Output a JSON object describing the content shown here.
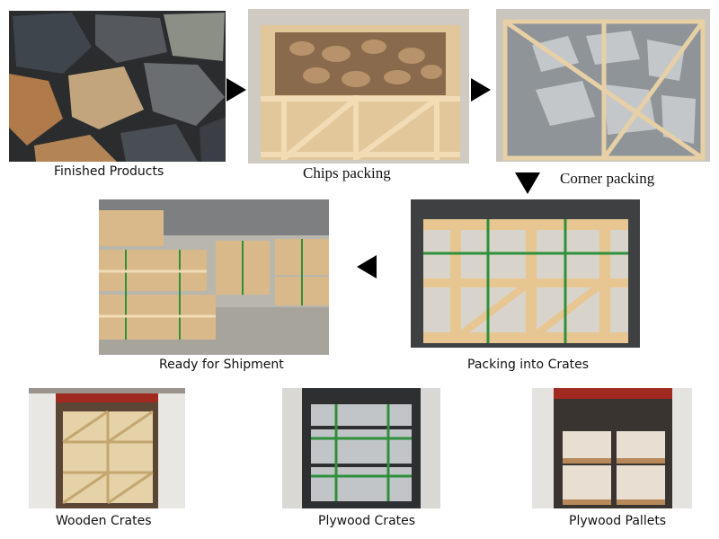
{
  "steps": {
    "finished_products": "Finished Products",
    "chips_packing": "Chips packing",
    "corner_packing": "Corner packing",
    "packing_into_crates": "Packing into Crates",
    "ready_for_shipment": "Ready for Shipment"
  },
  "containers": {
    "wooden_crates": "Wooden Crates",
    "plywood_crates": "Plywood Crates",
    "plywood_pallets": "Plywood Pallets"
  },
  "colors": {
    "arrow": "#000000",
    "wood": "#d9b98a",
    "stone_dark": "#4a4f55",
    "stone_rust": "#b07a4a",
    "strap_green": "#2f8f3a",
    "container_red": "#a02a20"
  }
}
